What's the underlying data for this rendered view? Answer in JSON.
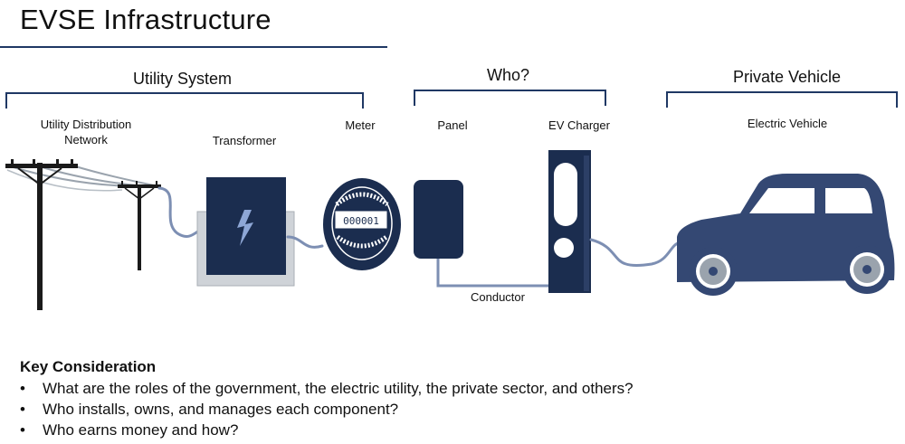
{
  "title": "EVSE Infrastructure",
  "groups": [
    {
      "label": "Utility System"
    },
    {
      "label": "Who?"
    },
    {
      "label": "Private Vehicle"
    }
  ],
  "components": {
    "utility_network": "Utility Distribution Network",
    "transformer": "Transformer",
    "meter": "Meter",
    "panel": "Panel",
    "ev_charger": "EV Charger",
    "electric_vehicle": "Electric Vehicle",
    "conductor": "Conductor"
  },
  "meter_display": "000001",
  "key_consideration": {
    "title": "Key Consideration",
    "bullet": "•",
    "items": [
      "What are the roles of the government, the electric utility, the private sector, and others?",
      "Who installs, owns, and manages each component?",
      "Who earns money and how?"
    ]
  },
  "colors": {
    "navy": "#1f3864",
    "device": "#1b2d4f",
    "wire": "#7d8fb3",
    "car": "#344873"
  }
}
